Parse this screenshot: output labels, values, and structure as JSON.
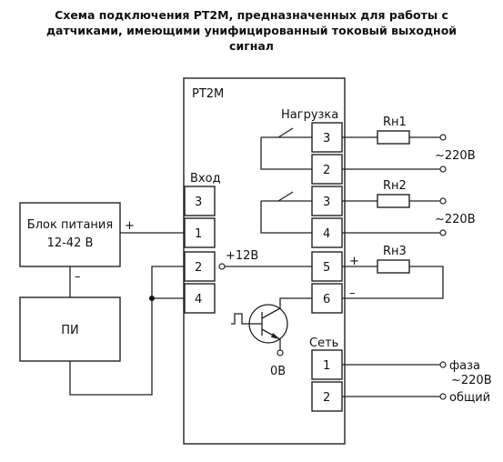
{
  "title_lines": [
    "Схема подключения РТ2М, предназначенных для работы с",
    "датчиками, имеющими унифицированный токовый выходной",
    "сигнал"
  ],
  "device": {
    "label": "РТ2М"
  },
  "input_block": {
    "label": "Вход",
    "terminals": [
      "3",
      "1",
      "2",
      "4"
    ]
  },
  "load_block": {
    "label": "Нагрузка",
    "terminals": [
      "3",
      "2",
      "3",
      "4",
      "5",
      "6"
    ]
  },
  "power_block": {
    "label": "Сеть",
    "terminals": [
      "1",
      "2"
    ]
  },
  "psu": {
    "line1": "Блок питания",
    "line2": "12-42 В",
    "plus": "+",
    "minus": "–"
  },
  "sensor": {
    "label": "ПИ"
  },
  "supply_label": "+12В",
  "ground_label": "0В",
  "resistors": [
    "Rн1",
    "Rн2",
    "Rн3"
  ],
  "outputs": {
    "ac1": "~220В",
    "ac2": "~220В",
    "rn3_plus": "+",
    "rn3_minus": "–",
    "phase_line1": "фаза",
    "phase_line2": "~220В",
    "common": "общий"
  },
  "icons": [
    "relay-contact-icon",
    "transistor-icon",
    "pulse-signal-icon",
    "resistor-icon",
    "terminal-circle-icon"
  ]
}
